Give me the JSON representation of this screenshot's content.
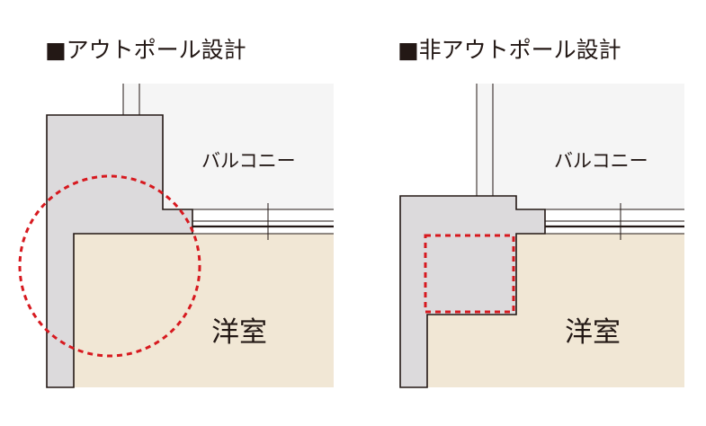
{
  "left": {
    "title": "■アウトポール設計",
    "balcony_label": "バルコニー",
    "room_label": "洋室"
  },
  "right": {
    "title": "■非アウトポール設計",
    "balcony_label": "バルコニー",
    "room_label": "洋室"
  },
  "colors": {
    "balcony": "#f5f5f5",
    "wall": "#dcdadc",
    "room": "#f1e7d5",
    "line": "#231815",
    "highlight": "#d7191f"
  }
}
